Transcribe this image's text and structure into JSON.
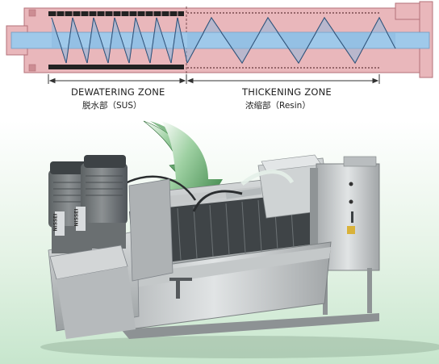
{
  "diagram": {
    "dewatering_zone": {
      "label": "DEWATERING ZONE",
      "sublabel": "脱水部（SUS）"
    },
    "thickening_zone": {
      "label": "THICKENING ZONE",
      "sublabel": "浓缩部（Resin）"
    }
  },
  "colors": {
    "housing_pink": "#e8b4b8",
    "housing_border": "#b06a72",
    "shaft_blue": "#9ec8e8",
    "arrow_green": "#2f8a3a",
    "machine_steel": "#b9bcbd",
    "motor_dark": "#6f7476",
    "background_green": "#d8eede"
  },
  "photo": {
    "motor_nameplates": [
      "NISSEI",
      "NISSEI"
    ]
  }
}
